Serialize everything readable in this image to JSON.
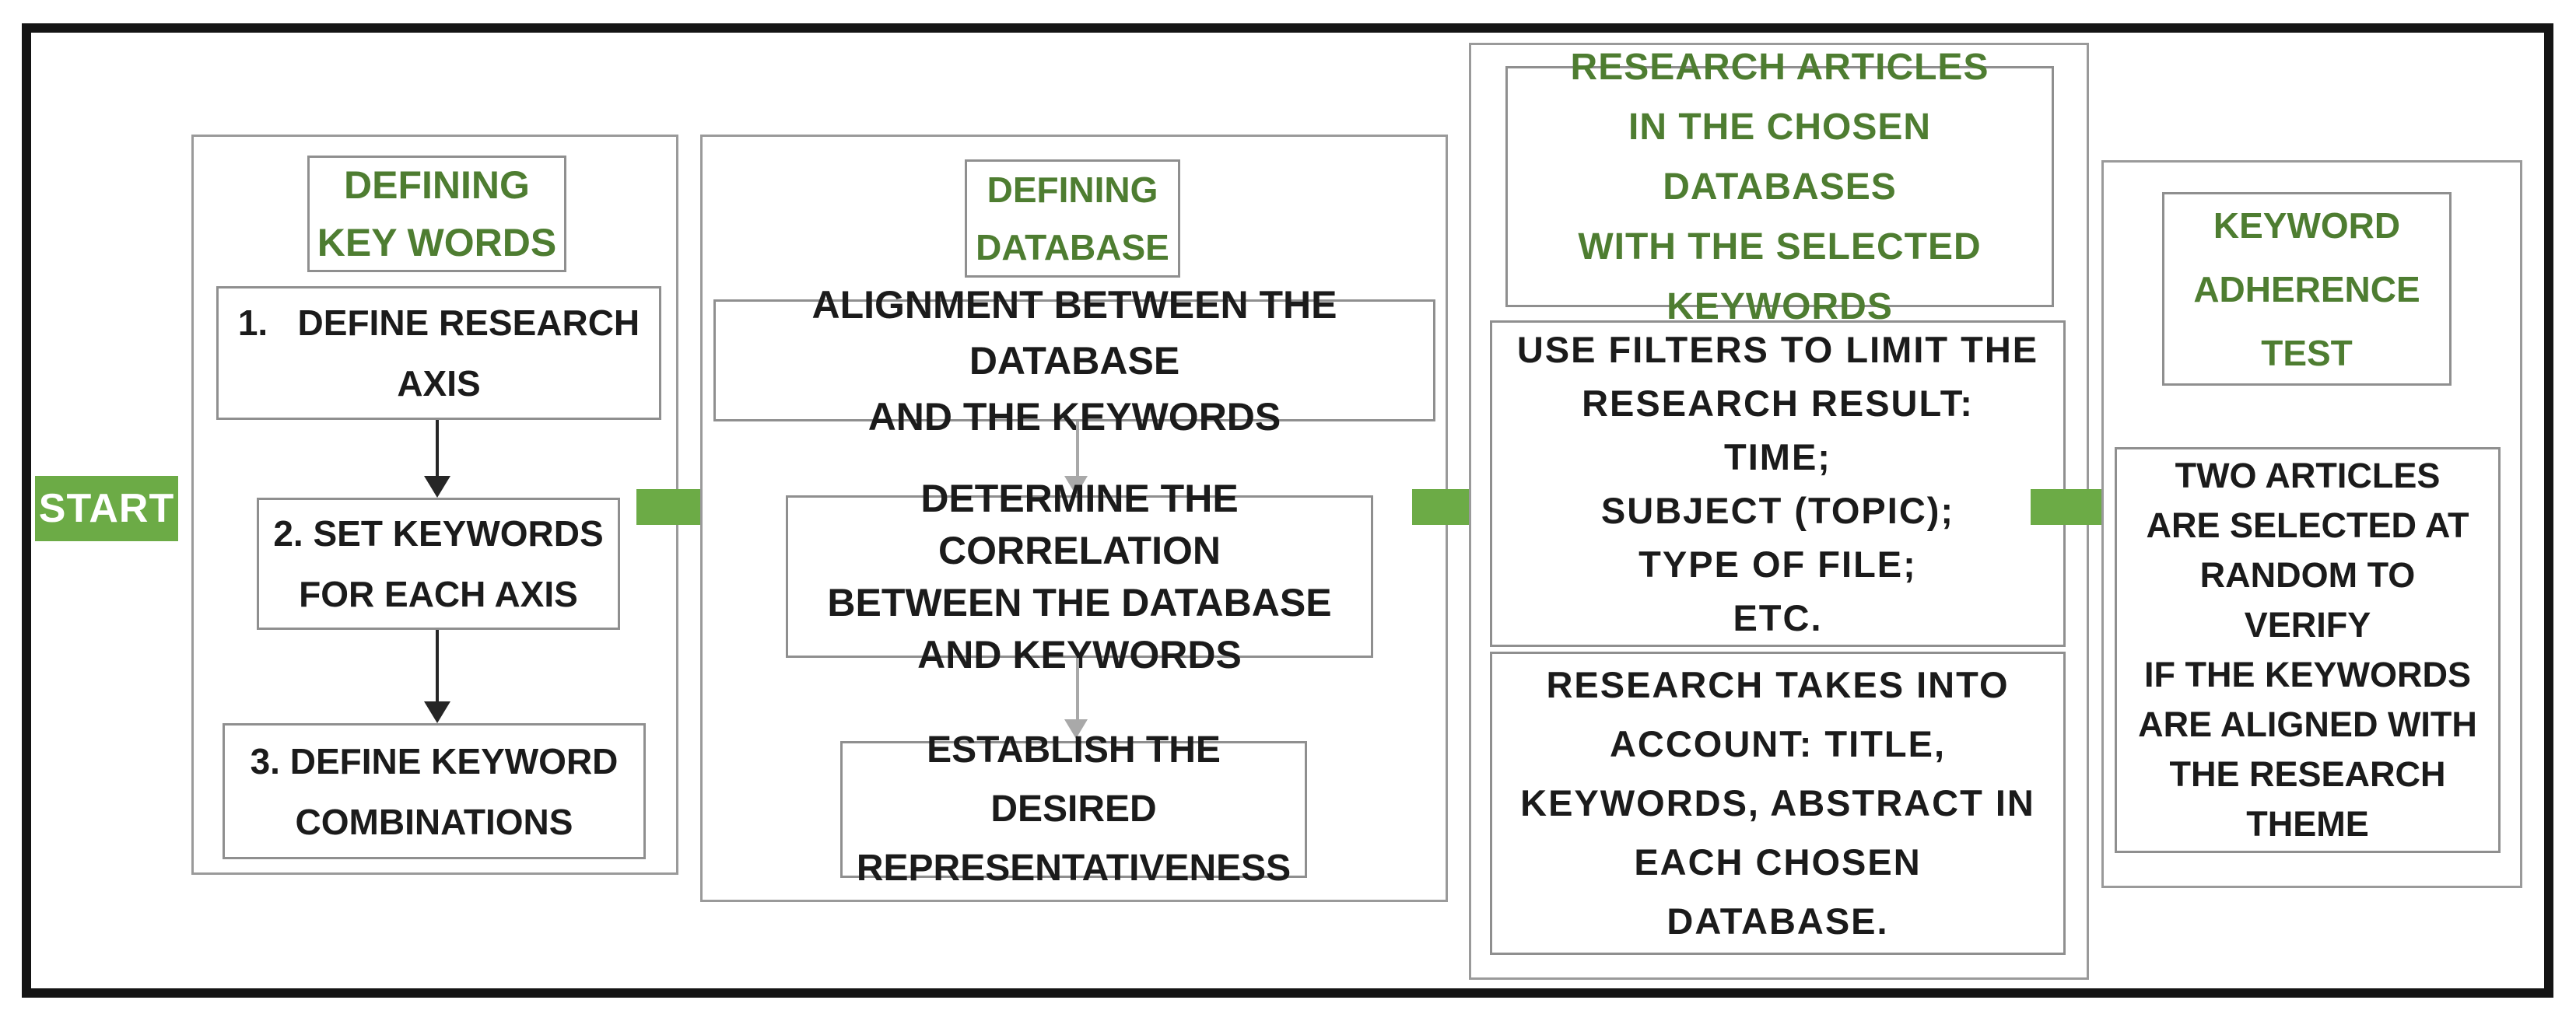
{
  "colors": {
    "accent_green": "#6cab46",
    "title_green": "#4e7d31",
    "box_border": "#8f8f8f",
    "outer_border": "#141414",
    "gray_arrow": "#a9a9a9",
    "black_arrow": "#262626",
    "start_text": "#ffffff"
  },
  "start": {
    "label": "START"
  },
  "columns": [
    {
      "title": "DEFINING\nKEY WORDS",
      "boxes": [
        "1.   DEFINE RESEARCH\nAXIS",
        "2. SET KEYWORDS\nFOR EACH AXIS",
        "3. DEFINE KEYWORD\nCOMBINATIONS"
      ]
    },
    {
      "title": "DEFINING\nDATABASE",
      "boxes": [
        "ALIGNMENT BETWEEN THE DATABASE\nAND THE KEYWORDS",
        "DETERMINE THE CORRELATION\nBETWEEN THE DATABASE\nAND KEYWORDS",
        "ESTABLISH THE DESIRED\nREPRESENTATIVENESS"
      ]
    },
    {
      "title": "RESEARCH ARTICLES\nIN THE CHOSEN DATABASES\nWITH THE SELECTED\nKEYWORDS",
      "boxes": [
        "USE FILTERS TO LIMIT THE\nRESEARCH RESULT:\nTIME;\nSUBJECT (TOPIC);\nTYPE OF FILE;\nETC.",
        "RESEARCH TAKES INTO\nACCOUNT: TITLE,\nKEYWORDS, ABSTRACT IN\nEACH CHOSEN\nDATABASE."
      ]
    },
    {
      "title": "KEYWORD\nADHERENCE\nTEST",
      "boxes": [
        "TWO ARTICLES\nARE SELECTED AT\nRANDOM TO\nVERIFY\nIF THE KEYWORDS\nARE ALIGNED WITH\nTHE RESEARCH\nTHEME"
      ]
    }
  ]
}
